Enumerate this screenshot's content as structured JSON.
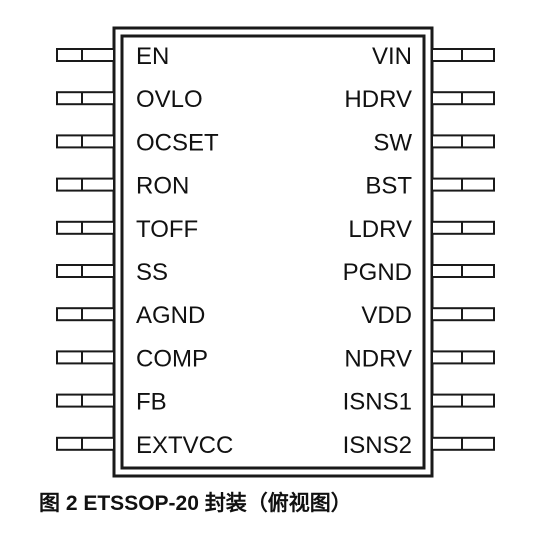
{
  "package": {
    "left_pins": [
      "EN",
      "OVLO",
      "OCSET",
      "RON",
      "TOFF",
      "SS",
      "AGND",
      "COMP",
      "FB",
      "EXTVCC"
    ],
    "right_pins": [
      "VIN",
      "HDRV",
      "SW",
      "BST",
      "LDRV",
      "PGND",
      "VDD",
      "NDRV",
      "ISNS1",
      "ISNS2"
    ]
  },
  "caption": "图 2 ETSSOP-20 封装（俯视图）",
  "colors": {
    "outline": "#1a1a1a",
    "text": "#111111",
    "background": "#ffffff"
  }
}
